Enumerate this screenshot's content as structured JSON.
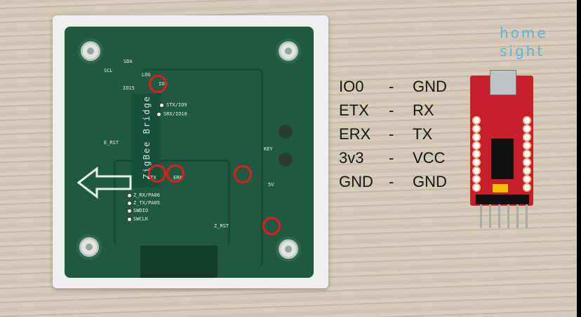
{
  "pcb": {
    "title": "ZigBee Bridge",
    "labels": {
      "scl": "SCL",
      "sda": "SDA",
      "log": "LOG",
      "io0": "IO0",
      "io15": "IO15",
      "stx": "STX/IO9",
      "srx": "SRX/IO10",
      "erst": "E_RST",
      "etx": "ETX",
      "erx": "ERX",
      "key": "KEY",
      "v5": "5V",
      "zrx": "Z_RX/PA06",
      "ztx": "Z_TX/PA05",
      "swdio": "SWDIO",
      "swclk": "SWCLK",
      "zrst": "Z_RST"
    }
  },
  "mapping": [
    {
      "left": "IO0",
      "sep": "-",
      "right": "GND"
    },
    {
      "left": "ETX",
      "sep": "-",
      "right": "RX"
    },
    {
      "left": "ERX",
      "sep": "-",
      "right": "TX"
    },
    {
      "left": "3v3",
      "sep": "-",
      "right": "VCC"
    },
    {
      "left": "GND",
      "sep": "-",
      "right": "GND"
    }
  ],
  "logo": {
    "line1": "home",
    "line2": "sight",
    "color": "#5fb3d6"
  },
  "colors": {
    "highlight": "#e41c1c",
    "pcb": "#1f5a40",
    "adapter": "#c8202a"
  }
}
